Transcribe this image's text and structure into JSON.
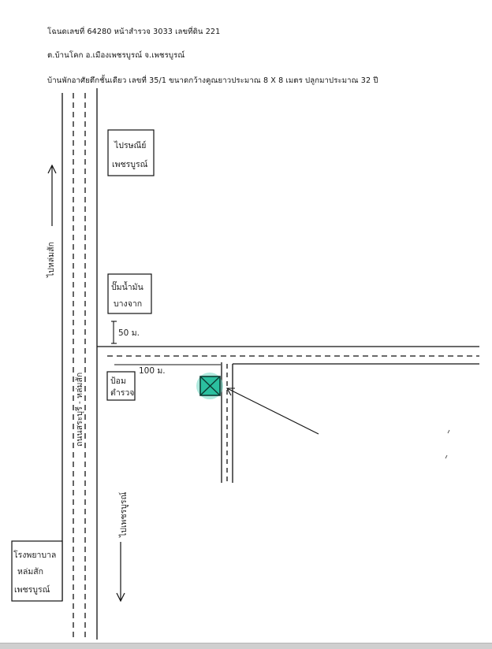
{
  "header": {
    "line1": "โฉนดเลขที่  64280  หน้าสำรวจ  3033  เลขที่ดิน  221",
    "line2": "ต.บ้านโคก  อ.เมืองเพชรบูรณ์   จ.เพชรบูรณ์",
    "line3": "บ้านพักอาศัยตึกชั้นเดียว  เลขที่ 35/1  ขนาดกว้างคูณยาวประมาณ  8 X 8  เมตร ปลูกมาประมาณ  32 ปี"
  },
  "map": {
    "direction_north": "ไปหล่มสัก",
    "direction_south": "ไปเพชรบูรณ์",
    "main_road": "ถนนสระบุรี - หล่มสัก",
    "landmarks": [
      {
        "label_line1": "ไปรษณีย์",
        "label_line2": "เพชรบูรณ์"
      },
      {
        "label_line1": "ปั๊มน้ำมัน",
        "label_line2": "บางจาก"
      },
      {
        "label_line1": "ป้อม",
        "label_line2": "ตำรวจ"
      },
      {
        "label_line1": "โรงพยาบาล",
        "label_line2": "หล่มสัก",
        "label_line3": "เพชรบูรณ์"
      }
    ],
    "distance_1": "50 ม.",
    "distance_2": "100 ม."
  },
  "colors": {
    "ink": "#111111",
    "marker_fill": "#2bbf9f",
    "marker_glow": "#6fd9c2"
  }
}
